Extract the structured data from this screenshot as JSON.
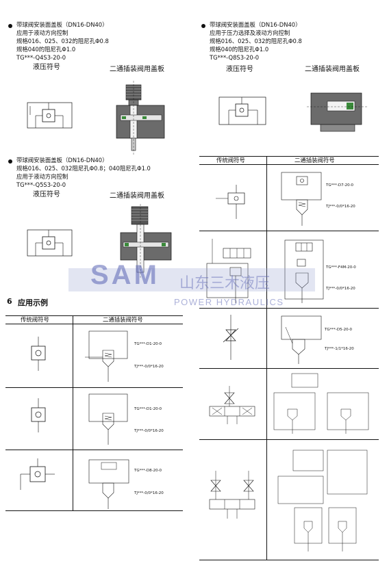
{
  "blocks": {
    "b1": {
      "lines": [
        "带球阀安装面盖板（DN16-DN40）",
        "应用于液动方向控制",
        "规格016、025、032的阻尼孔Φ0.8",
        "规格040的阻尼孔Φ1.0",
        "TG***-Q4S3-20-0"
      ],
      "left_heading": "液压符号",
      "right_heading": "二通插装阀用盖板"
    },
    "b2": {
      "lines": [
        "带球阀安装面盖板（DN16-DN40）",
        "应用于压力选择及液动方向控制",
        "规格016、025、032的阻尼孔Φ0.8",
        "规格040的阻尼孔Φ1.0",
        "TG***-Q8S3-20-0"
      ],
      "left_heading": "液压符号",
      "right_heading": "二通插装阀用盖板"
    },
    "b3": {
      "lines": [
        "带球阀安装面盖板（DN16-DN40）",
        "规格016、025、032阻尼孔Φ0.8；040阻尼孔Φ1.0",
        "应用于液动方向控制",
        "TG***-Q5S3-20-0"
      ],
      "left_heading": "液压符号",
      "right_heading": "二通插装阀用盖板"
    }
  },
  "section": {
    "number": "6",
    "title": "应用示例"
  },
  "tables": {
    "left": {
      "col1": "传统阀符号",
      "col2": "二通插装阀符号"
    },
    "right": {
      "col1": "传统阀符号",
      "col2": "二通插装阀符号"
    }
  },
  "labels": {
    "l1a": "TG***-D1-20-0",
    "l1b": "TJ***-0/0*16-20",
    "l2a": "TG***-D1-20-0",
    "l2b": "TJ***-0/0*16-20",
    "l3a": "TG***-D8-20-0",
    "l3b": "TJ***-0/0*16-20",
    "r1a": "TG***-D7-20-0",
    "r1b": "TJ***-0/0*16-20",
    "r2a": "TG***-F4M-20-0",
    "r2b": "TJ***-0/0*16-20",
    "r3a": "TG***-D5-20-0",
    "r3b": "TJ***-1/1*16-20"
  },
  "watermark": {
    "brand": "SAM",
    "cn": "山东三木液压",
    "sub": "POWER HYDRAULICS"
  }
}
